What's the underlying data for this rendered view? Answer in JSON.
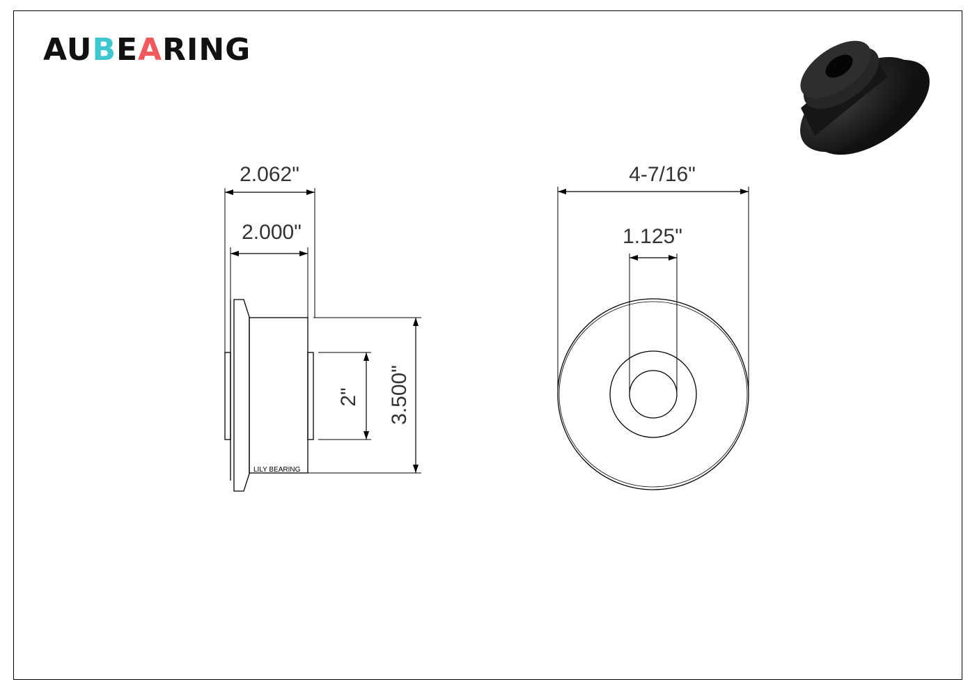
{
  "logo": {
    "parts": [
      {
        "text": "AU",
        "color": "#111111"
      },
      {
        "text": "B",
        "color": "#3fc6d1"
      },
      {
        "text": "E",
        "color": "#111111"
      },
      {
        "text": "A",
        "color": "#f05a5a"
      },
      {
        "text": "RING",
        "color": "#111111"
      }
    ]
  },
  "product_image": {
    "icon": "flanged-bushing-3d-render",
    "color": "#1a1a1a"
  },
  "side_view": {
    "dim_overall_length": "2.062\"",
    "dim_body_length": "2.000\"",
    "dim_bore": "2\"",
    "dim_outer_diameter": "3.500\"",
    "part_label": "LILY BEARING"
  },
  "front_view": {
    "dim_flange_diameter": "4-7/16\"",
    "dim_inner_diameter": "1.125\""
  }
}
